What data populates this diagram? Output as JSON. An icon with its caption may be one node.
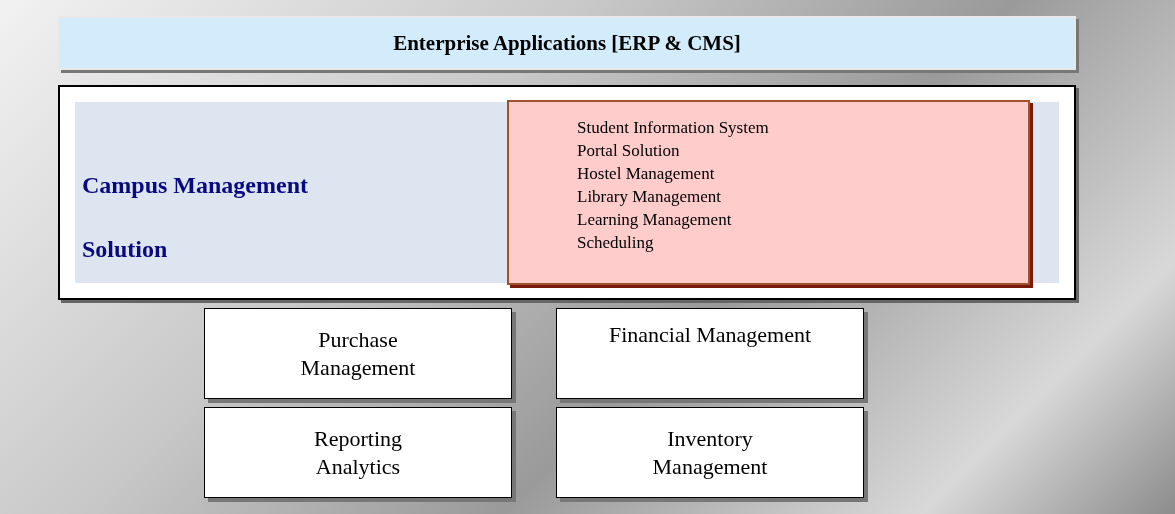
{
  "diagram": {
    "nodes": [
      {
        "text": [
          "Enterprise Applications [ERP & CMS]"
        ]
      },
      {
        "text": [
          "Campus Management Solution"
        ]
      },
      {
        "text": [
          "Student Information System",
          "Portal Solution",
          "Hostel Management",
          "Library Management",
          "Learning Management",
          "Scheduling"
        ],
        "in": 1
      },
      {
        "text": [
          "Purchase Management"
        ]
      },
      {
        "text": [
          "Financial Management"
        ]
      },
      {
        "text": [
          "Reporting Analytics"
        ]
      },
      {
        "text": [
          "Inventory Management"
        ]
      }
    ]
  }
}
